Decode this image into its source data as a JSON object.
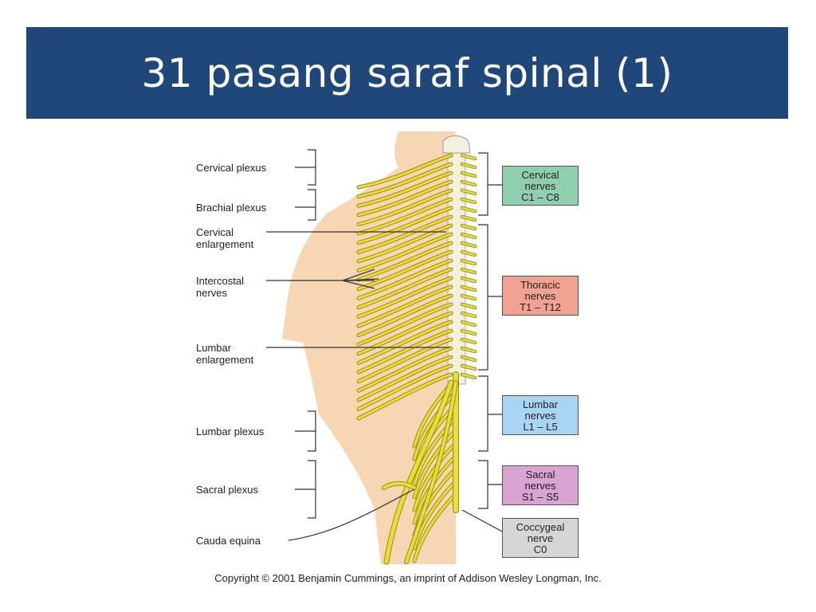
{
  "slide": {
    "title": "31 pasang saraf spinal (1)"
  },
  "diagram": {
    "left_labels": {
      "cervical_plexus": "Cervical plexus",
      "brachial_plexus": "Brachial plexus",
      "cervical_enlargement_1": "Cervical",
      "cervical_enlargement_2": "enlargement",
      "intercostal_1": "Intercostal",
      "intercostal_2": "nerves",
      "lumbar_enlargement_1": "Lumbar",
      "lumbar_enlargement_2": "enlargement",
      "lumbar_plexus": "Lumbar plexus",
      "sacral_plexus": "Sacral plexus",
      "cauda_equina": "Cauda equina"
    },
    "groups": {
      "cervical": {
        "line1": "Cervical",
        "line2": "nerves",
        "line3": "C1 – C8",
        "color": "#8fcfb0"
      },
      "thoracic": {
        "line1": "Thoracic",
        "line2": "nerves",
        "line3": "T1 – T12",
        "color": "#f2a290"
      },
      "lumbar": {
        "line1": "Lumbar",
        "line2": "nerves",
        "line3": "L1 – L5",
        "color": "#a8d6f2"
      },
      "sacral": {
        "line1": "Sacral",
        "line2": "nerves",
        "line3": "S1 – S5",
        "color": "#d9a3d2"
      },
      "coccygeal": {
        "line1": "Coccygeal",
        "line2": "nerve",
        "line3": "C0",
        "color": "#d6d6d6"
      }
    },
    "colors": {
      "skin": "#f7d6b4",
      "nerve": "#e8de3a",
      "nerve_outline": "#9a8e10",
      "bone": "#f4f0e0"
    }
  },
  "footer": {
    "copyright": "Copyright © 2001 Benjamin Cummings, an imprint of Addison Wesley Longman, Inc."
  }
}
